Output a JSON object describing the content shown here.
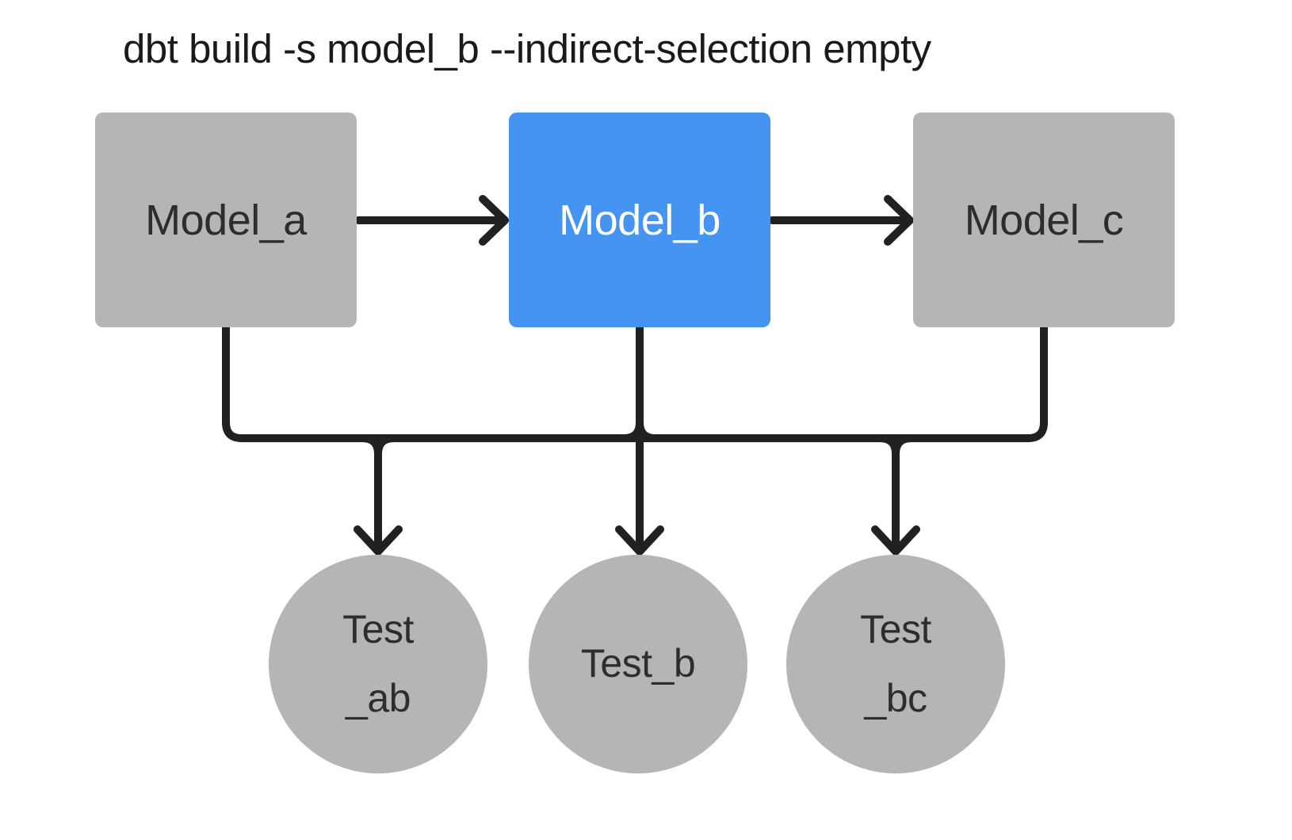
{
  "title": {
    "text": "dbt build -s model_b --indirect-selection empty"
  },
  "colors": {
    "background": "#ffffff",
    "node_gray": "#b5b5b5",
    "node_selected_blue": "#4694f2",
    "edge": "#212121",
    "node_text_dark": "#2d2d2d",
    "node_text_light": "#ffffff",
    "title_text": "#1a1a1a"
  },
  "models": [
    {
      "id": "model_a",
      "label": "Model_a",
      "selected": false
    },
    {
      "id": "model_b",
      "label": "Model_b",
      "selected": true
    },
    {
      "id": "model_c",
      "label": "Model_c",
      "selected": false
    }
  ],
  "tests": [
    {
      "id": "test_ab",
      "lines": [
        "Test",
        "_ab"
      ]
    },
    {
      "id": "test_b",
      "lines": [
        "Test_b"
      ]
    },
    {
      "id": "test_bc",
      "lines": [
        "Test",
        "_bc"
      ]
    }
  ],
  "edges": [
    {
      "from": "model_a",
      "to": "model_b",
      "type": "arrow"
    },
    {
      "from": "model_b",
      "to": "model_c",
      "type": "arrow"
    },
    {
      "from": "model_a",
      "to": "tests_bus",
      "type": "elbow"
    },
    {
      "from": "model_b",
      "to": "tests_bus",
      "type": "pass-through"
    },
    {
      "from": "model_c",
      "to": "tests_bus",
      "type": "elbow"
    },
    {
      "from": "tests_bus",
      "to": "test_ab",
      "type": "arrow"
    },
    {
      "from": "tests_bus",
      "to": "test_b",
      "type": "arrow"
    },
    {
      "from": "tests_bus",
      "to": "test_bc",
      "type": "arrow"
    }
  ]
}
